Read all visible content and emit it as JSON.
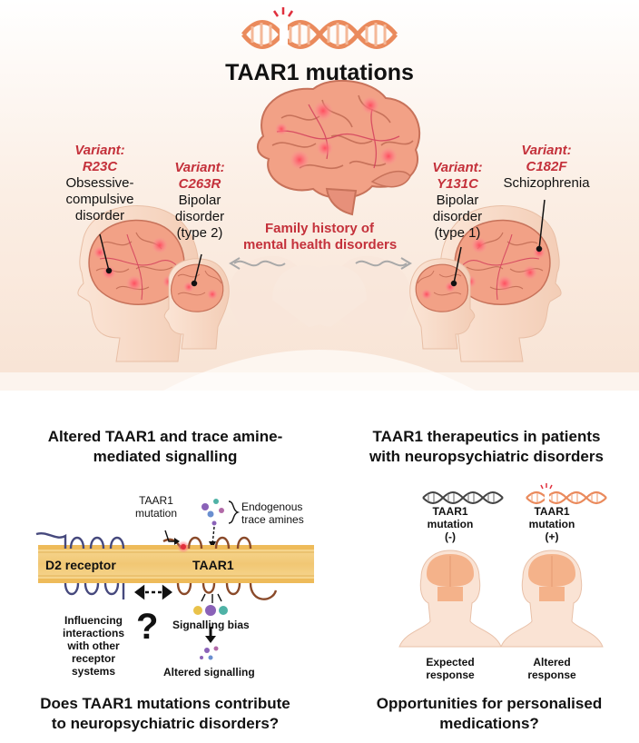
{
  "title": "TAAR1 mutations",
  "variants": [
    {
      "variant_label": "Variant:",
      "code": "R23C",
      "disorder_lines": [
        "Obsessive-",
        "compulsive",
        "disorder"
      ]
    },
    {
      "variant_label": "Variant:",
      "code": "C263R",
      "disorder_lines": [
        "Bipolar",
        "disorder",
        "(type 2)"
      ]
    },
    {
      "variant_label": "Variant:",
      "code": "Y131C",
      "disorder_lines": [
        "Bipolar",
        "disorder",
        "(type 1)"
      ]
    },
    {
      "variant_label": "Variant:",
      "code": "C182F",
      "disorder_lines": [
        "Schizophrenia"
      ]
    }
  ],
  "family_history": [
    "Family history of",
    "mental health disorders"
  ],
  "left_panel": {
    "heading_lines": [
      "Altered TAAR1 and trace amine-",
      "mediated signalling"
    ],
    "taar1_mutation": [
      "TAAR1",
      "mutation"
    ],
    "endogenous": [
      "Endogenous",
      "trace amines"
    ],
    "d2_receptor": "D2 receptor",
    "taar1": "TAAR1",
    "influencing": [
      "Influencing",
      "interactions",
      "with other",
      "receptor",
      "systems"
    ],
    "question_mark": "?",
    "signalling_bias": "Signalling bias",
    "altered_signalling": "Altered signalling",
    "question_lines": [
      "Does TAAR1 mutations contribute",
      "to neuropsychiatric disorders?"
    ]
  },
  "right_panel": {
    "heading_lines": [
      "TAAR1 therapeutics in patients",
      "with neuropsychiatric disorders"
    ],
    "neg": {
      "label_lines": [
        "TAAR1",
        "mutation",
        "(-)"
      ],
      "response_lines": [
        "Expected",
        "response"
      ]
    },
    "pos": {
      "label_lines": [
        "TAAR1",
        "mutation",
        "(+)"
      ],
      "response_lines": [
        "Altered",
        "response"
      ]
    },
    "question_lines": [
      "Opportunities for personalised",
      "medications?"
    ]
  },
  "colors": {
    "accent_red": "#c4313b",
    "dna_orange": "#ea8a5c",
    "brain_pink": "#f2a186",
    "skin": "#f7d7c3",
    "membrane": "#f2cb7a",
    "loop_blue": "#46497d",
    "loop_brown": "#8a4a2a"
  }
}
